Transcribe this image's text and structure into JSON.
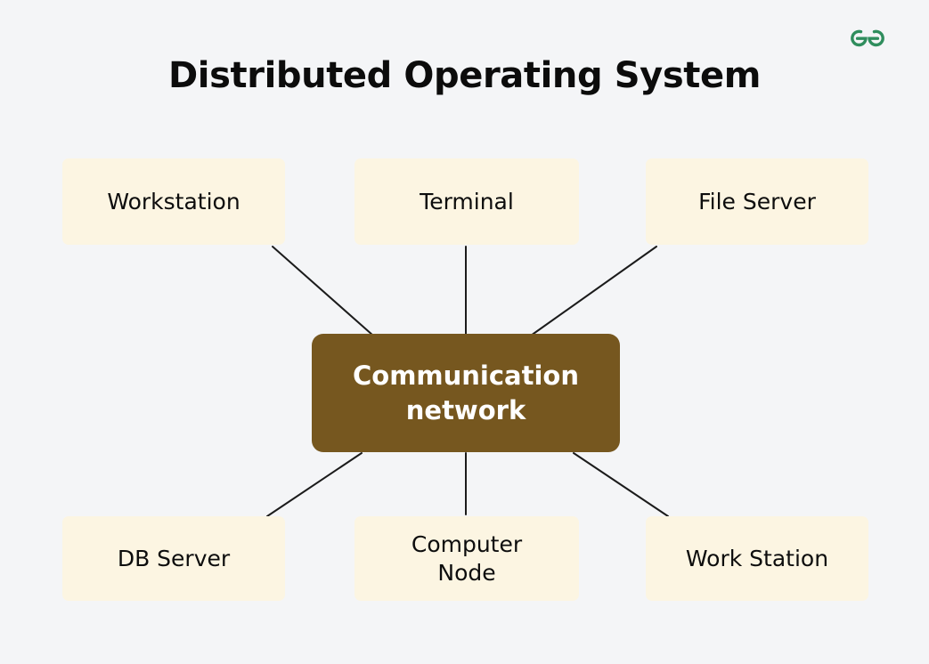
{
  "page": {
    "title": "Distributed Operating System",
    "background_color": "#f4f5f7"
  },
  "brand": {
    "logo_name": "geeksforgeeks-logo",
    "logo_color": "#2f8d5d"
  },
  "diagram": {
    "type": "star-topology",
    "hub": {
      "id": "communication-network",
      "label_line1": "Communication",
      "label_line2": "network",
      "fill_color": "#76571f",
      "text_color": "#ffffff"
    },
    "node_fill_color": "#fcf5e2",
    "node_text_color": "#0d0d0d",
    "connector_color": "#1b1b1b",
    "nodes": [
      {
        "id": "workstation",
        "label_line1": "Workstation",
        "label_line2": "",
        "position": "top-left"
      },
      {
        "id": "terminal",
        "label_line1": "Terminal",
        "label_line2": "",
        "position": "top-center"
      },
      {
        "id": "file-server",
        "label_line1": "File Server",
        "label_line2": "",
        "position": "top-right"
      },
      {
        "id": "db-server",
        "label_line1": "DB Server",
        "label_line2": "",
        "position": "bottom-left"
      },
      {
        "id": "computer-node",
        "label_line1": "Computer",
        "label_line2": "Node",
        "position": "bottom-center"
      },
      {
        "id": "work-station",
        "label_line1": "Work Station",
        "label_line2": "",
        "position": "bottom-right"
      }
    ],
    "edges": [
      {
        "from": "workstation",
        "to": "communication-network"
      },
      {
        "from": "terminal",
        "to": "communication-network"
      },
      {
        "from": "file-server",
        "to": "communication-network"
      },
      {
        "from": "db-server",
        "to": "communication-network"
      },
      {
        "from": "computer-node",
        "to": "communication-network"
      },
      {
        "from": "work-station",
        "to": "communication-network"
      }
    ]
  }
}
